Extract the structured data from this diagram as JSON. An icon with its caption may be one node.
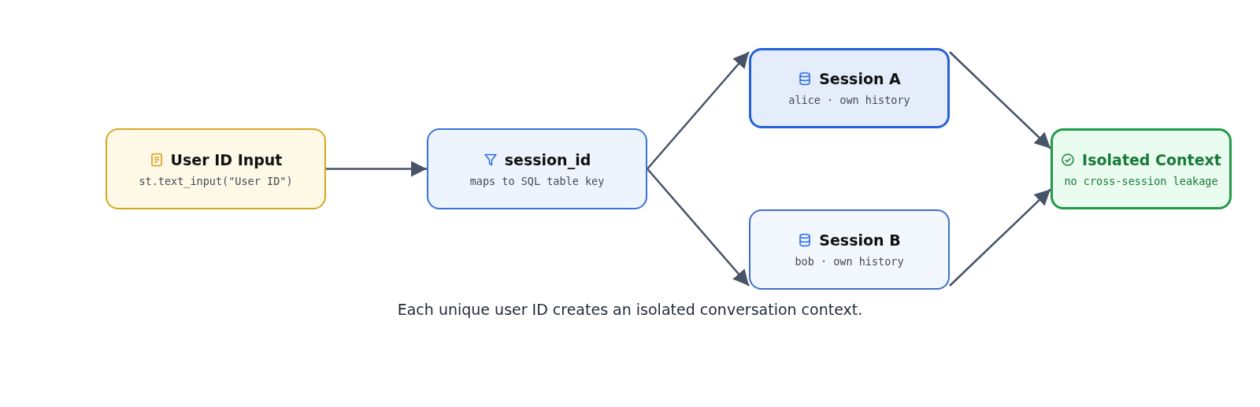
{
  "diagram": {
    "caption": "Each unique user ID creates an isolated conversation context.",
    "nodes": [
      {
        "text": [
          "User ID Input",
          "st.text_input(\"User ID\")"
        ]
      },
      {
        "text": [
          "session_id",
          "maps to SQL table key"
        ]
      },
      {
        "text": [
          "Session A",
          "alice · own history"
        ]
      },
      {
        "text": [
          "Session B",
          "bob · own history"
        ]
      },
      {
        "text": [
          "Isolated Context",
          "no cross-session leakage"
        ]
      }
    ],
    "edges": [
      {
        "from": 0,
        "to": 1,
        "arrow": "to"
      },
      {
        "from": 1,
        "to": 2,
        "arrow": "to"
      },
      {
        "from": 1,
        "to": 3,
        "arrow": "to"
      },
      {
        "from": 2,
        "to": 4,
        "arrow": "to"
      },
      {
        "from": 3,
        "to": 4,
        "arrow": "to"
      }
    ]
  }
}
